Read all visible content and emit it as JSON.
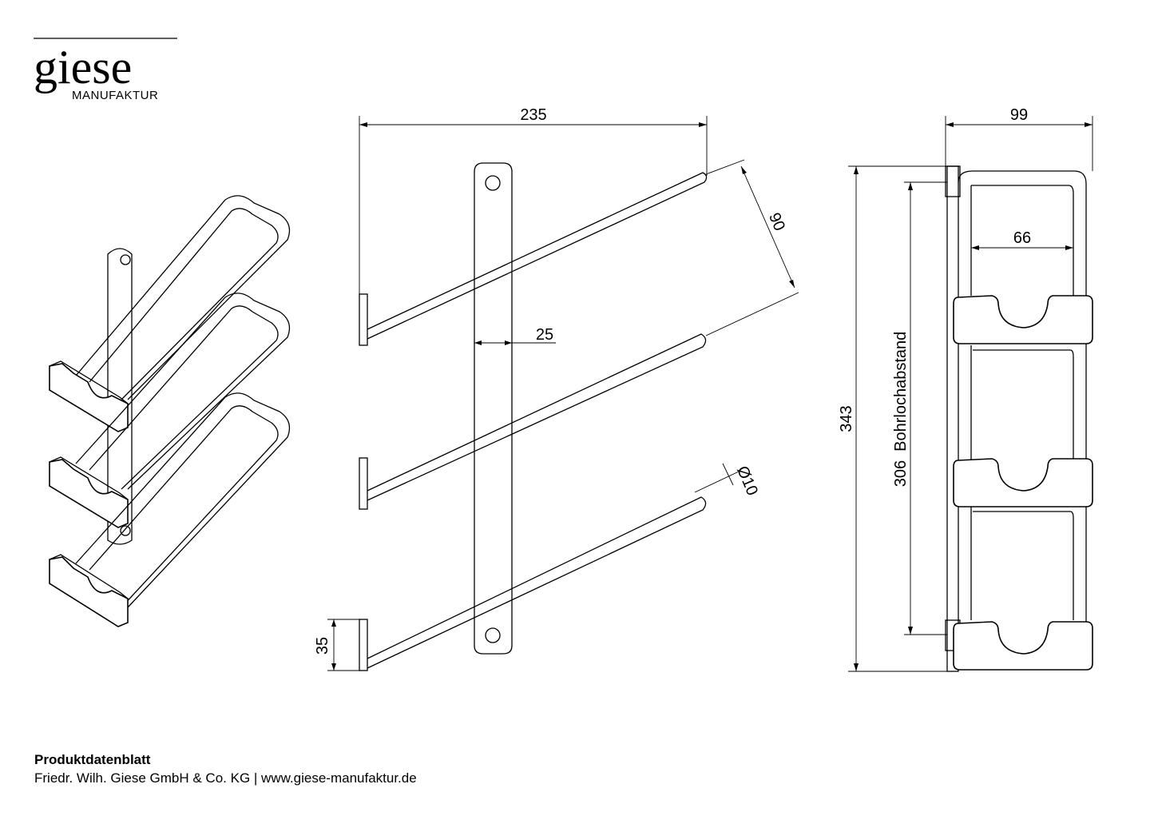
{
  "logo": {
    "brand": "giese",
    "sub": "MANUFAKTUR"
  },
  "dimensions": {
    "width_total": "235",
    "rail_spacing": "90",
    "plate_width": "25",
    "rod_diameter": "Ø10",
    "cap_height": "35",
    "depth_total": "99",
    "inner_width": "66",
    "height_total": "343",
    "hole_distance": "306  Bohrlochabstand"
  },
  "footer": {
    "title": "Produktdatenblatt",
    "company": "Friedr. Wilh. Giese GmbH & Co. KG | www.giese-manufaktur.de"
  }
}
